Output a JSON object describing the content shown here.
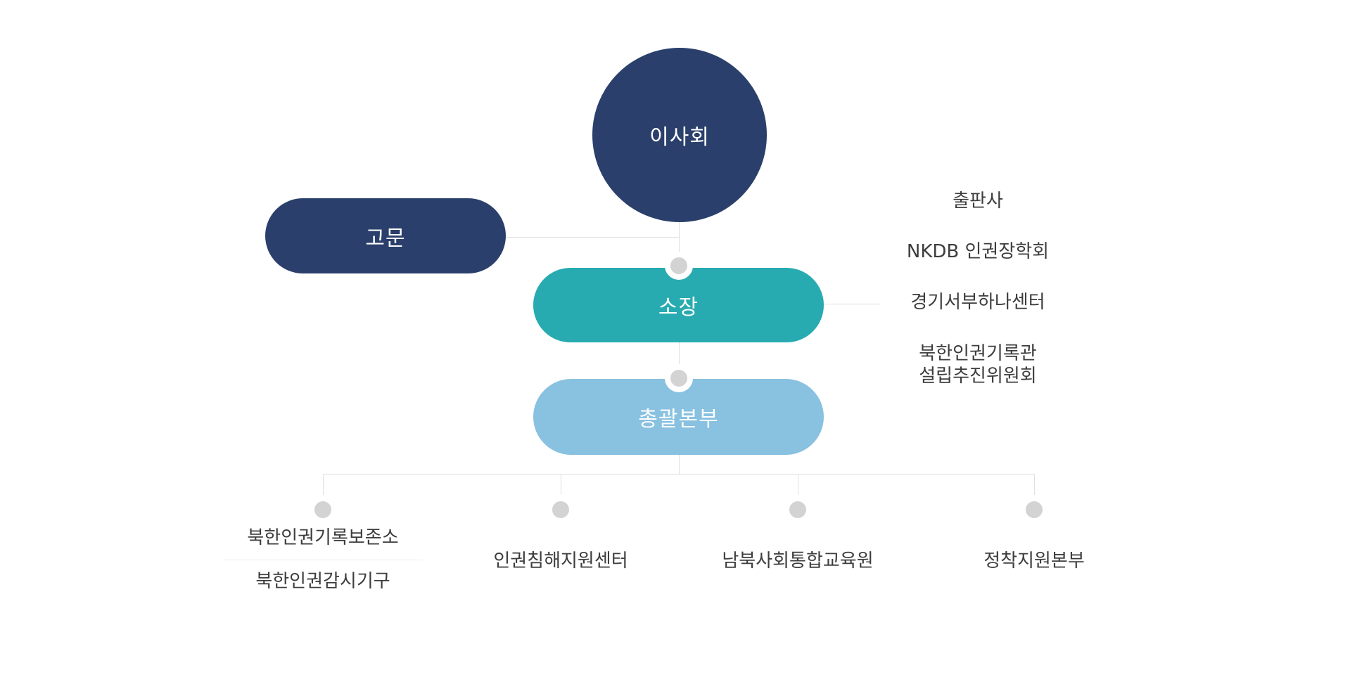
{
  "nodes": {
    "board": "이사회",
    "advisor": "고문",
    "director": "소장",
    "hq": "총괄본부"
  },
  "affiliates": {
    "publisher": "출판사",
    "society": "NKDB 인권장학회",
    "center": "경기서부하나센터",
    "museum_line1": "북한인권기록관",
    "museum_line2": "설립추진위원회"
  },
  "branches": [
    {
      "items": [
        "북한인권기록보존소",
        "북한인권감시기구"
      ]
    },
    {
      "items": [
        "인권침해지원센터"
      ]
    },
    {
      "items": [
        "남북사회통합교육원"
      ]
    },
    {
      "items": [
        "정착지원본부"
      ]
    }
  ],
  "colors": {
    "navy": "#2a3f6b",
    "teal": "#27abb1",
    "light_blue": "#89c1e0",
    "connector": "#e0e0e0",
    "dot": "#d3d3d3"
  }
}
